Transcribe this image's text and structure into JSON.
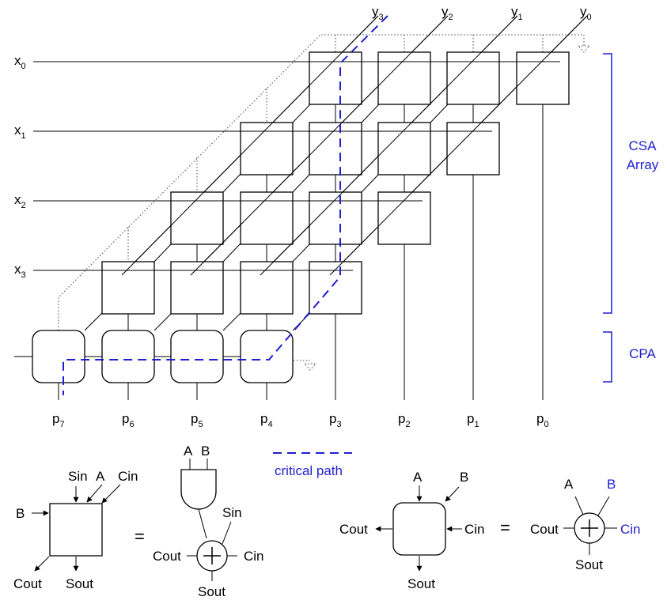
{
  "inputs": {
    "y": [
      {
        "base": "y",
        "sub": "3"
      },
      {
        "base": "y",
        "sub": "2"
      },
      {
        "base": "y",
        "sub": "1"
      },
      {
        "base": "y",
        "sub": "0"
      }
    ],
    "x": [
      {
        "base": "x",
        "sub": "0"
      },
      {
        "base": "x",
        "sub": "1"
      },
      {
        "base": "x",
        "sub": "2"
      },
      {
        "base": "x",
        "sub": "3"
      }
    ]
  },
  "outputs": [
    {
      "base": "p",
      "sub": "7"
    },
    {
      "base": "p",
      "sub": "6"
    },
    {
      "base": "p",
      "sub": "5"
    },
    {
      "base": "p",
      "sub": "4"
    },
    {
      "base": "p",
      "sub": "3"
    },
    {
      "base": "p",
      "sub": "2"
    },
    {
      "base": "p",
      "sub": "1"
    },
    {
      "base": "p",
      "sub": "0"
    }
  ],
  "brackets": {
    "csa": [
      "CSA",
      "Array"
    ],
    "cpa": "CPA"
  },
  "legend": {
    "critical_path": "critical path",
    "critical_path_color": "#1f1fd0"
  },
  "csa_cell": {
    "sin": "Sin",
    "a": "A",
    "cin": "Cin",
    "b": "B",
    "cout": "Cout",
    "sout": "Sout",
    "equals": "=",
    "gate_a": "A",
    "gate_b": "B",
    "adder_sin": "Sin",
    "adder_cout": "Cout",
    "adder_cin": "Cin",
    "adder_sout": "Sout"
  },
  "cpa_cell": {
    "a": "A",
    "b": "B",
    "cout": "Cout",
    "cin": "Cin",
    "sout": "Sout",
    "equals": "=",
    "adder_a": "A",
    "adder_b": "B",
    "adder_cout": "Cout",
    "adder_cin": "Cin",
    "adder_sout": "Sout",
    "highlight_color": "#1f1fd0"
  }
}
